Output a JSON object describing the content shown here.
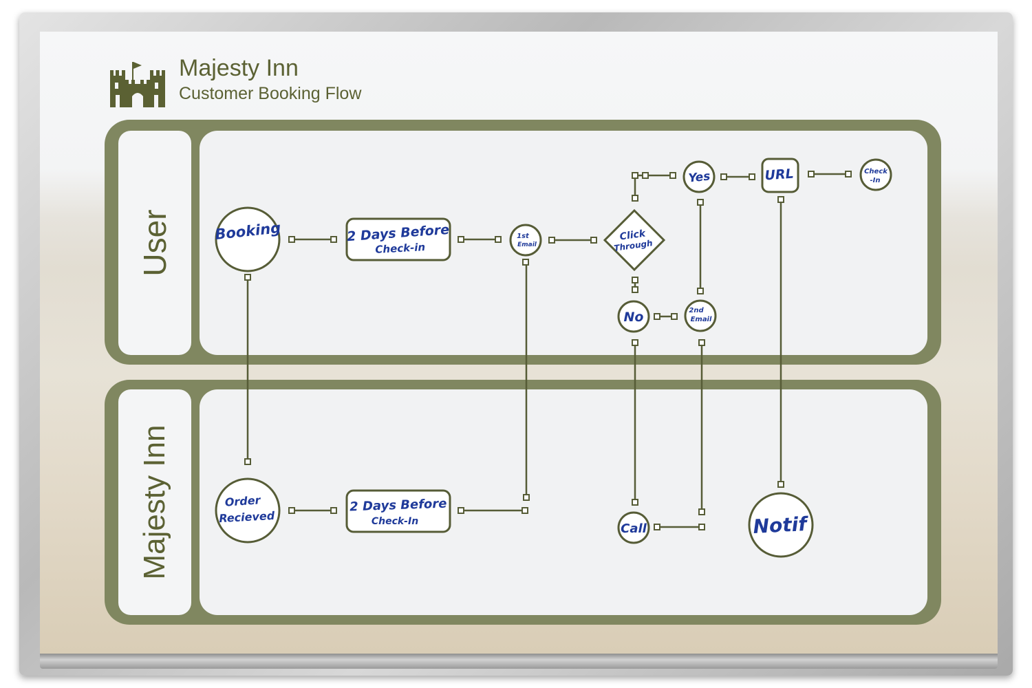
{
  "header": {
    "title": "Majesty Inn",
    "subtitle": "Customer Booking Flow",
    "logo_icon": "castle-icon"
  },
  "lanes": [
    {
      "label": "User"
    },
    {
      "label": "Majesty Inn"
    }
  ],
  "nodes": {
    "booking": "Booking",
    "two_days_user": [
      "2 Days Before",
      "Check-in"
    ],
    "first_email": [
      "1st",
      "Email"
    ],
    "click_through": [
      "Click",
      "Through"
    ],
    "yes": "Yes",
    "url": "URL",
    "check_in": [
      "Check",
      "-In"
    ],
    "no": "No",
    "second_email": [
      "2nd",
      "Email"
    ],
    "order_received": [
      "Order",
      "Recieved"
    ],
    "two_days_inn": [
      "2 Days Before",
      "Check-In"
    ],
    "call": "Call",
    "notif": "Notif"
  },
  "colors": {
    "lane": "#808760",
    "text": "#5b6133",
    "ink": "#1f3a9a"
  }
}
